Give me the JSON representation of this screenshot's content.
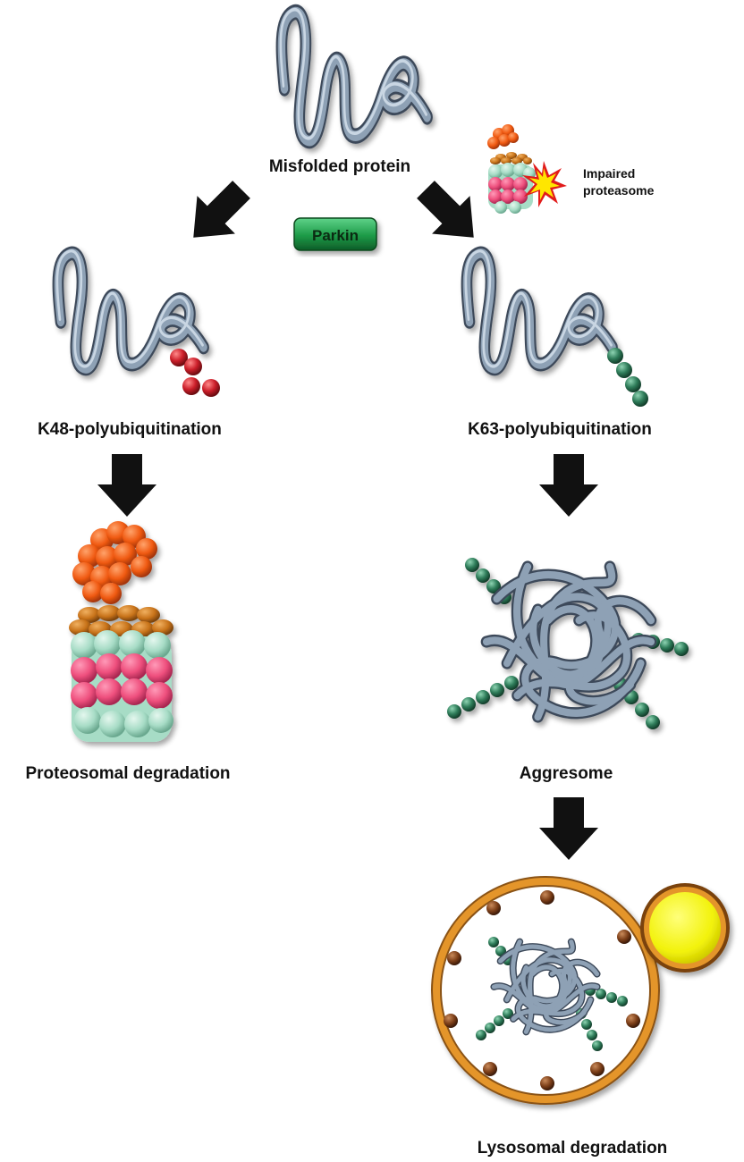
{
  "labels": {
    "misfolded": "Misfolded protein",
    "parkin": "Parkin",
    "impaired_line1": "Impaired",
    "impaired_line2": "proteasome",
    "k48": "K48-polyubiquitination",
    "k63": "K63-polyubiquitination",
    "proteosomal": "Proteosomal degradation",
    "aggresome": "Aggresome",
    "lysosomal": "Lysosomal degradation"
  },
  "colors": {
    "protein": "#7d8fa3",
    "k48_ubiquitin": "#cc1f2a",
    "k63_ubiquitin": "#2f7d5a",
    "proteasome_cap": "#f05a12",
    "proteasome_ring": "#c8731a",
    "proteasome_alpha": "#a7dcc6",
    "proteasome_beta": "#ee4f7d",
    "parkin": "#1d9a47",
    "lysosome_membrane": "#e4952a",
    "vesicle": "#f2f20a",
    "arrow": "#111111"
  },
  "icons": [
    "misfolded-protein-icon",
    "impaired-proteasome-icon",
    "starburst-icon",
    "proteasome-icon",
    "aggresome-icon",
    "lysosome-icon",
    "vesicle-icon",
    "arrow-icon"
  ]
}
